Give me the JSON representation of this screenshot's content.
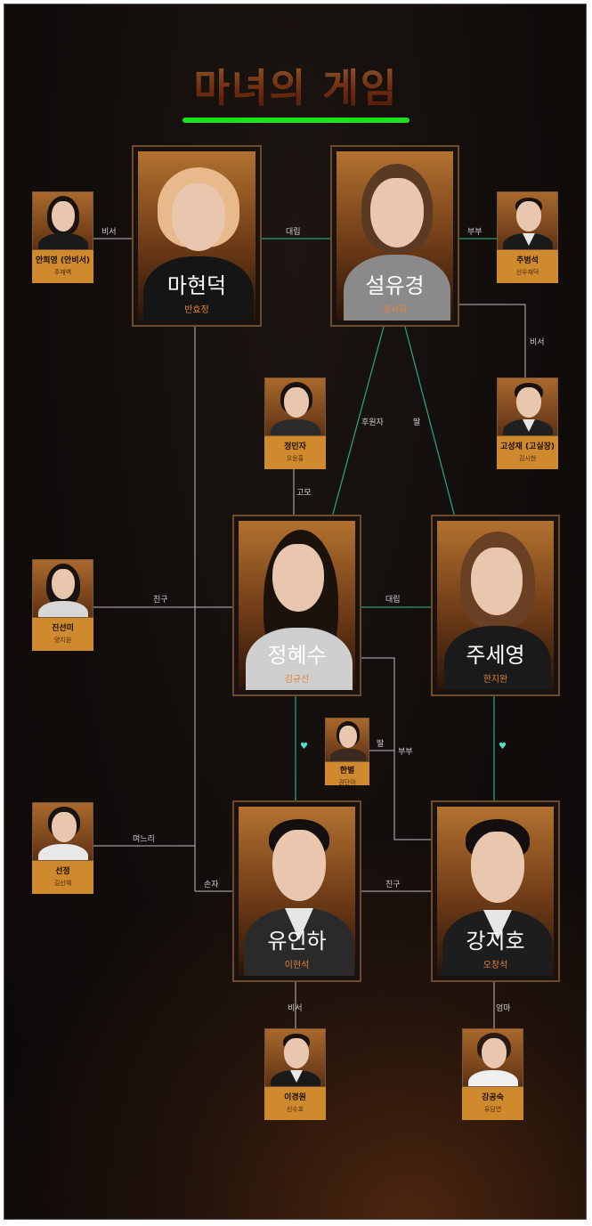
{
  "title": "마녀의 게임",
  "colors": {
    "accent_green": "#1ee01e",
    "line_teal": "#2a9d7a",
    "line_white": "#bdbdbd",
    "label_orange": "#d08a2e",
    "actor_orange": "#e0843a",
    "heart": "#4fe0d0"
  },
  "main": {
    "ma": {
      "name": "마현덕",
      "actor": "반효정"
    },
    "seol": {
      "name": "설유경",
      "actor": "장서희"
    },
    "jeong": {
      "name": "정혜수",
      "actor": "김규선"
    },
    "ju": {
      "name": "주세영",
      "actor": "한지완"
    },
    "yu": {
      "name": "유인하",
      "actor": "이현석"
    },
    "kang": {
      "name": "강지호",
      "actor": "오창석"
    }
  },
  "minor": {
    "an": {
      "name": "안희영 (안비서)",
      "actor": "주재벽"
    },
    "jubeom": {
      "name": "주범석",
      "actor": "선우재덕"
    },
    "go": {
      "name": "고성재 (고실장)",
      "actor": "김시현"
    },
    "jeongmin": {
      "name": "정민자",
      "actor": "오윤홍"
    },
    "jin": {
      "name": "진선미",
      "actor": "양지원"
    },
    "hanbyeol": {
      "name": "한별",
      "actor": "권단아"
    },
    "seonjeong": {
      "name": "선정",
      "actor": "김선혜"
    },
    "lee": {
      "name": "이경원",
      "actor": "신수호"
    },
    "gang": {
      "name": "강공숙",
      "actor": "유담연"
    }
  },
  "relations": {
    "ma_an": "비서",
    "ma_seol": "대립",
    "seol_jubeom": "부부",
    "jubeom_go": "비서",
    "sponsor": "후원자",
    "daughter1": "딸",
    "aunt": "고모",
    "friend1": "친구",
    "rival2": "대립",
    "daughter2": "딸",
    "couple2": "부부",
    "daughter_in_law": "며느리",
    "grandson": "손자",
    "friend2": "친구",
    "secretary2": "비서",
    "mom": "엄마"
  },
  "hearts": [
    "♥",
    "♥"
  ]
}
